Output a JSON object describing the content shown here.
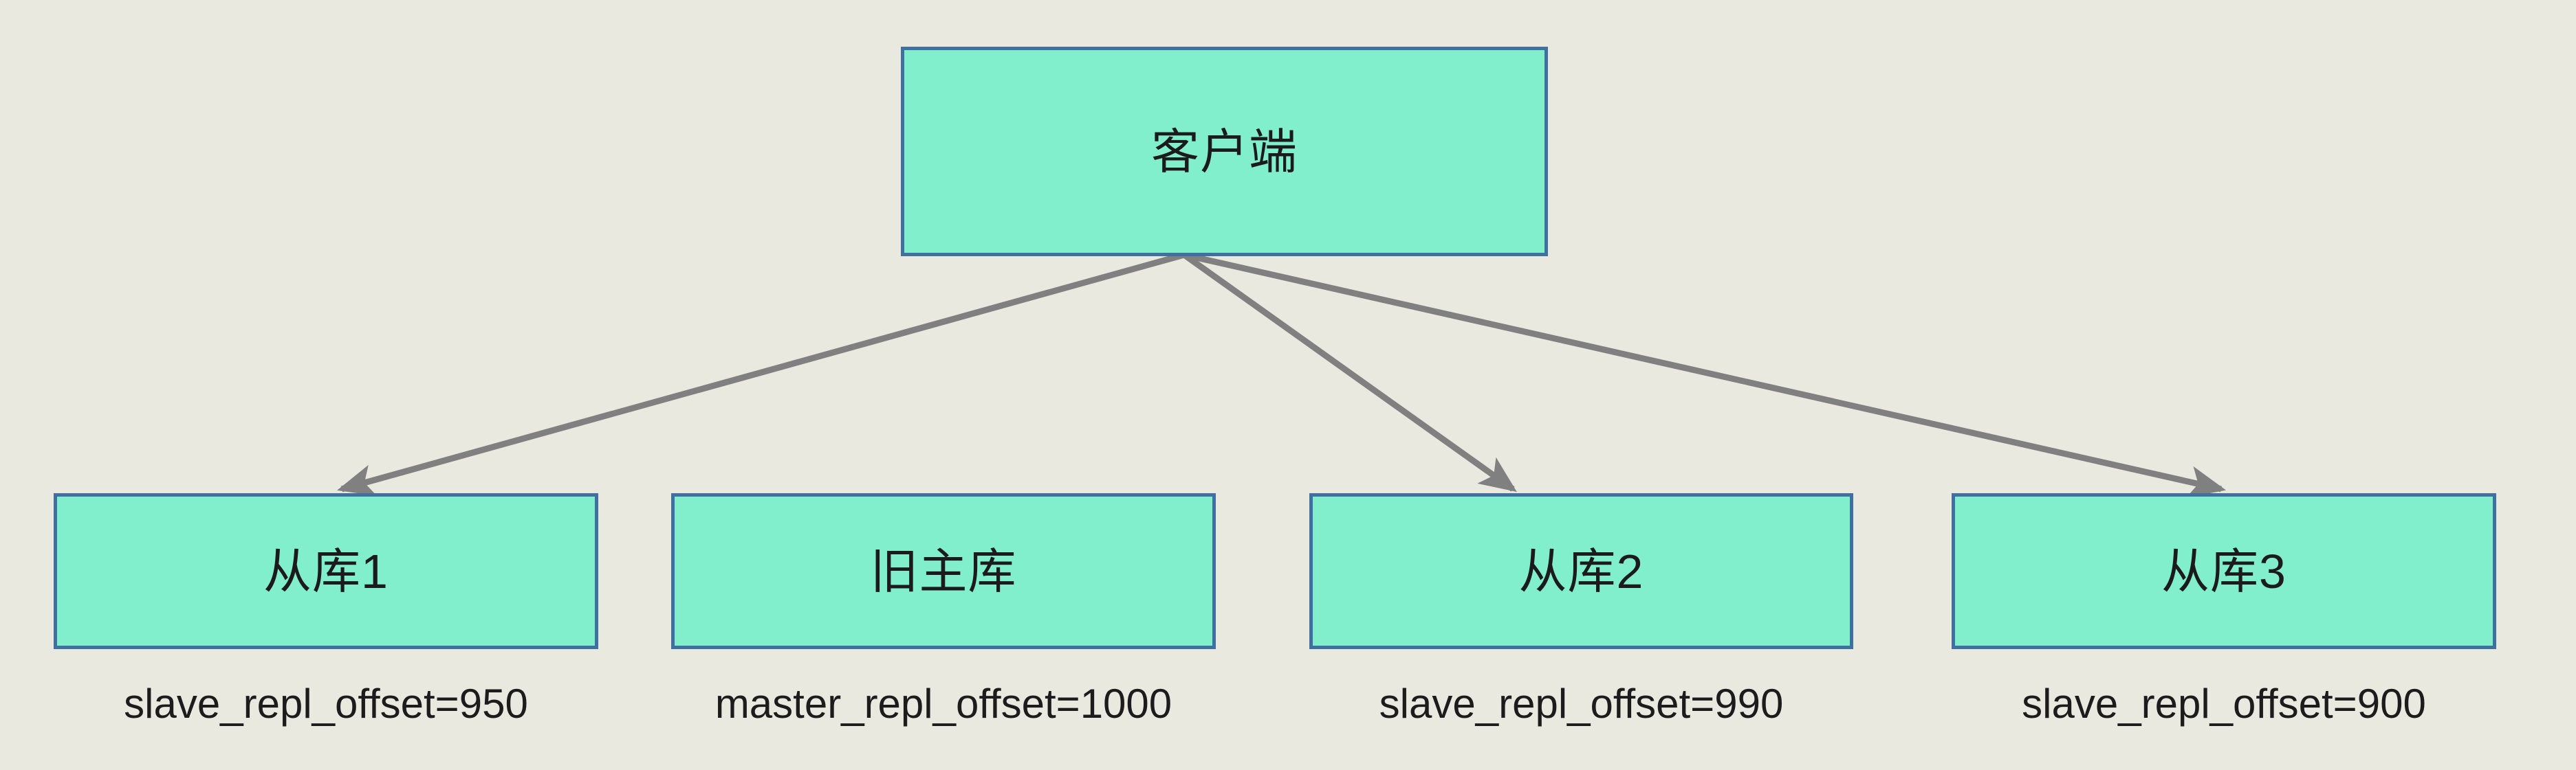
{
  "diagram": {
    "background_color": "#eae9e0",
    "node_fill_color": "#82efcc",
    "node_border_color": "#40709f",
    "edge_color": "#808080",
    "text_color": "#1b1b1b",
    "client": {
      "label": "客户端"
    },
    "databases": [
      {
        "id": "slave1",
        "label": "从库1",
        "caption": "slave_repl_offset=950",
        "offset_key": "slave_repl_offset",
        "offset_value": 950,
        "has_incoming_arrow": true
      },
      {
        "id": "old-master",
        "label": "旧主库",
        "caption": "master_repl_offset=1000",
        "offset_key": "master_repl_offset",
        "offset_value": 1000,
        "has_incoming_arrow": false
      },
      {
        "id": "slave2",
        "label": "从库2",
        "caption": "slave_repl_offset=990",
        "offset_key": "slave_repl_offset",
        "offset_value": 990,
        "has_incoming_arrow": true
      },
      {
        "id": "slave3",
        "label": "从库3",
        "caption": "slave_repl_offset=900",
        "offset_key": "slave_repl_offset",
        "offset_value": 900,
        "has_incoming_arrow": true
      }
    ],
    "edges": [
      {
        "from": "客户端",
        "to": "从库1"
      },
      {
        "from": "客户端",
        "to": "从库2"
      },
      {
        "from": "客户端",
        "to": "从库3"
      }
    ]
  }
}
